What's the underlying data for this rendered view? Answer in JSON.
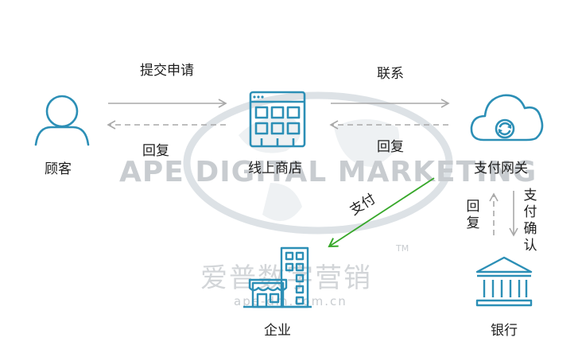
{
  "nodes": {
    "customer": "顾客",
    "shop": "线上商店",
    "gateway": "支付网关",
    "enterprise": "企业",
    "bank": "银行"
  },
  "edges": {
    "submit_request": "提交申请",
    "reply_to_customer": "回复",
    "contact": "联系",
    "reply_to_shop": "回复",
    "pay": "支付",
    "bank_reply": "回复",
    "payment_confirm": "支付确认"
  },
  "watermark": {
    "main": "APE DIGITAL MARKETING",
    "trademark": "TM",
    "cn": "爱普数字营销",
    "url": "ape-dm.com.cn"
  },
  "colors": {
    "icon_blue": "#2c8fb6",
    "arrow_gray": "#a8a8a8",
    "arrow_green": "#37a82a",
    "watermark": "#c8ccd0"
  }
}
